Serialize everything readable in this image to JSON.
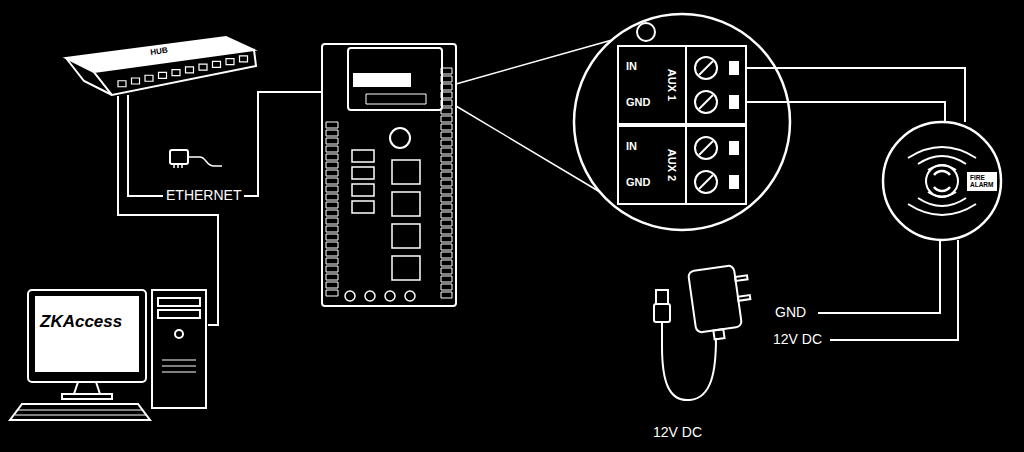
{
  "diagram": {
    "nodes": [
      {
        "text": [
          "HUB"
        ]
      },
      {
        "text": [
          "ZKAccess"
        ]
      },
      {
        "text": [
          "IN",
          "GND",
          "AUX 1"
        ]
      },
      {
        "text": [
          "IN",
          "GND",
          "AUX 2"
        ]
      },
      {
        "text": [
          "FIRE ALARM"
        ]
      }
    ],
    "edges": [
      {
        "from": 0,
        "to": 1,
        "arrow": "none"
      },
      {
        "from": 2,
        "to": 4,
        "arrow": "none"
      },
      {
        "from": 2,
        "to": 4,
        "arrow": "none"
      }
    ],
    "labels": [
      "ETHERNET",
      "GND",
      "12V DC",
      "12V DC"
    ]
  }
}
